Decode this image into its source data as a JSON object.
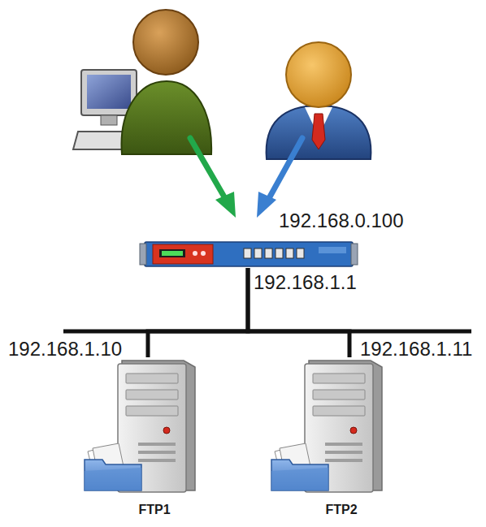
{
  "diagram": {
    "nodes": [
      {
        "text": [
          "192.168.0.100",
          "192.168.1.1"
        ]
      },
      {
        "text": [
          "192.168.1.10",
          "FTP1"
        ]
      },
      {
        "text": [
          "192.168.1.11",
          "FTP2"
        ]
      }
    ],
    "edges": [
      {
        "from": 0,
        "to": 1,
        "arrow": "none"
      },
      {
        "from": 0,
        "to": 2,
        "arrow": "none"
      }
    ]
  }
}
